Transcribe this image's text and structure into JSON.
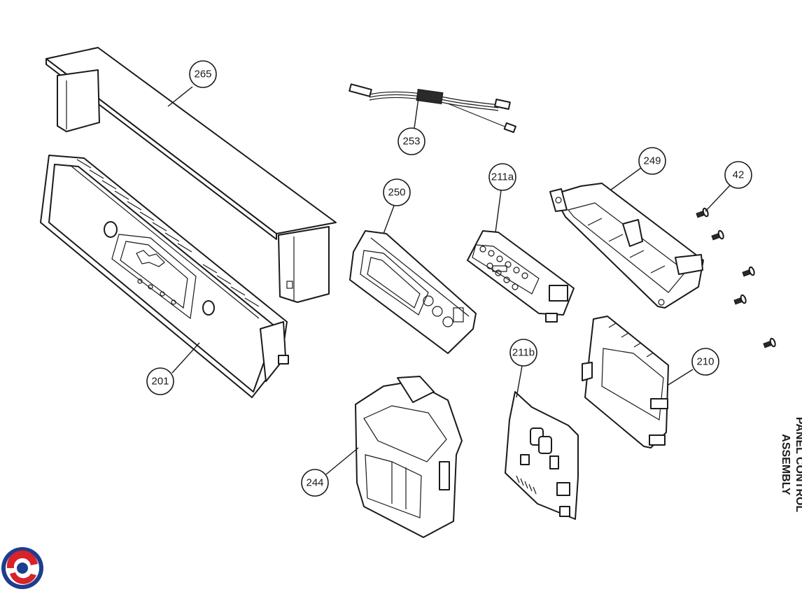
{
  "diagram": {
    "title_line1": "PANEL CONTROL",
    "title_line2": "ASSEMBLY",
    "callouts": {
      "p265": "265",
      "p253": "253",
      "p201": "201",
      "p250": "250",
      "p211a": "211a",
      "p249": "249",
      "p42": "42",
      "p211b": "211b",
      "p210": "210",
      "p244": "244"
    },
    "logo_colors": {
      "red": "#d8232a",
      "blue": "#1d3e8f"
    }
  }
}
